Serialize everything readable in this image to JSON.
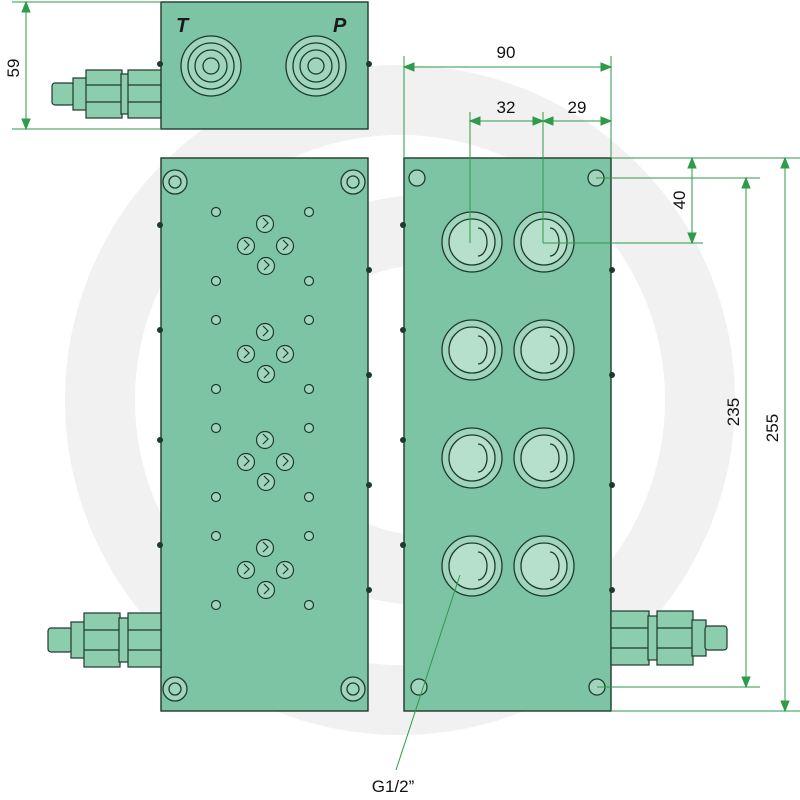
{
  "labels": {
    "port_t": "T",
    "port_p": "P",
    "thread": "G1/2”"
  },
  "dimensions": {
    "height_top_view": "59",
    "total_width": "90",
    "port_spacing": "32",
    "port_edge_offset": "29",
    "port_top_offset": "40",
    "mounting_spacing": "235",
    "total_height": "255"
  },
  "colors": {
    "body_fill": "#7dc4a5",
    "body_stroke": "#1f3a2c",
    "dimension_line": "#2e9a4a",
    "fitting_fill": "#8ccdae"
  },
  "icons": [
    "plug-icon",
    "port-icon",
    "fitting-icon",
    "bolt-hole-icon"
  ]
}
